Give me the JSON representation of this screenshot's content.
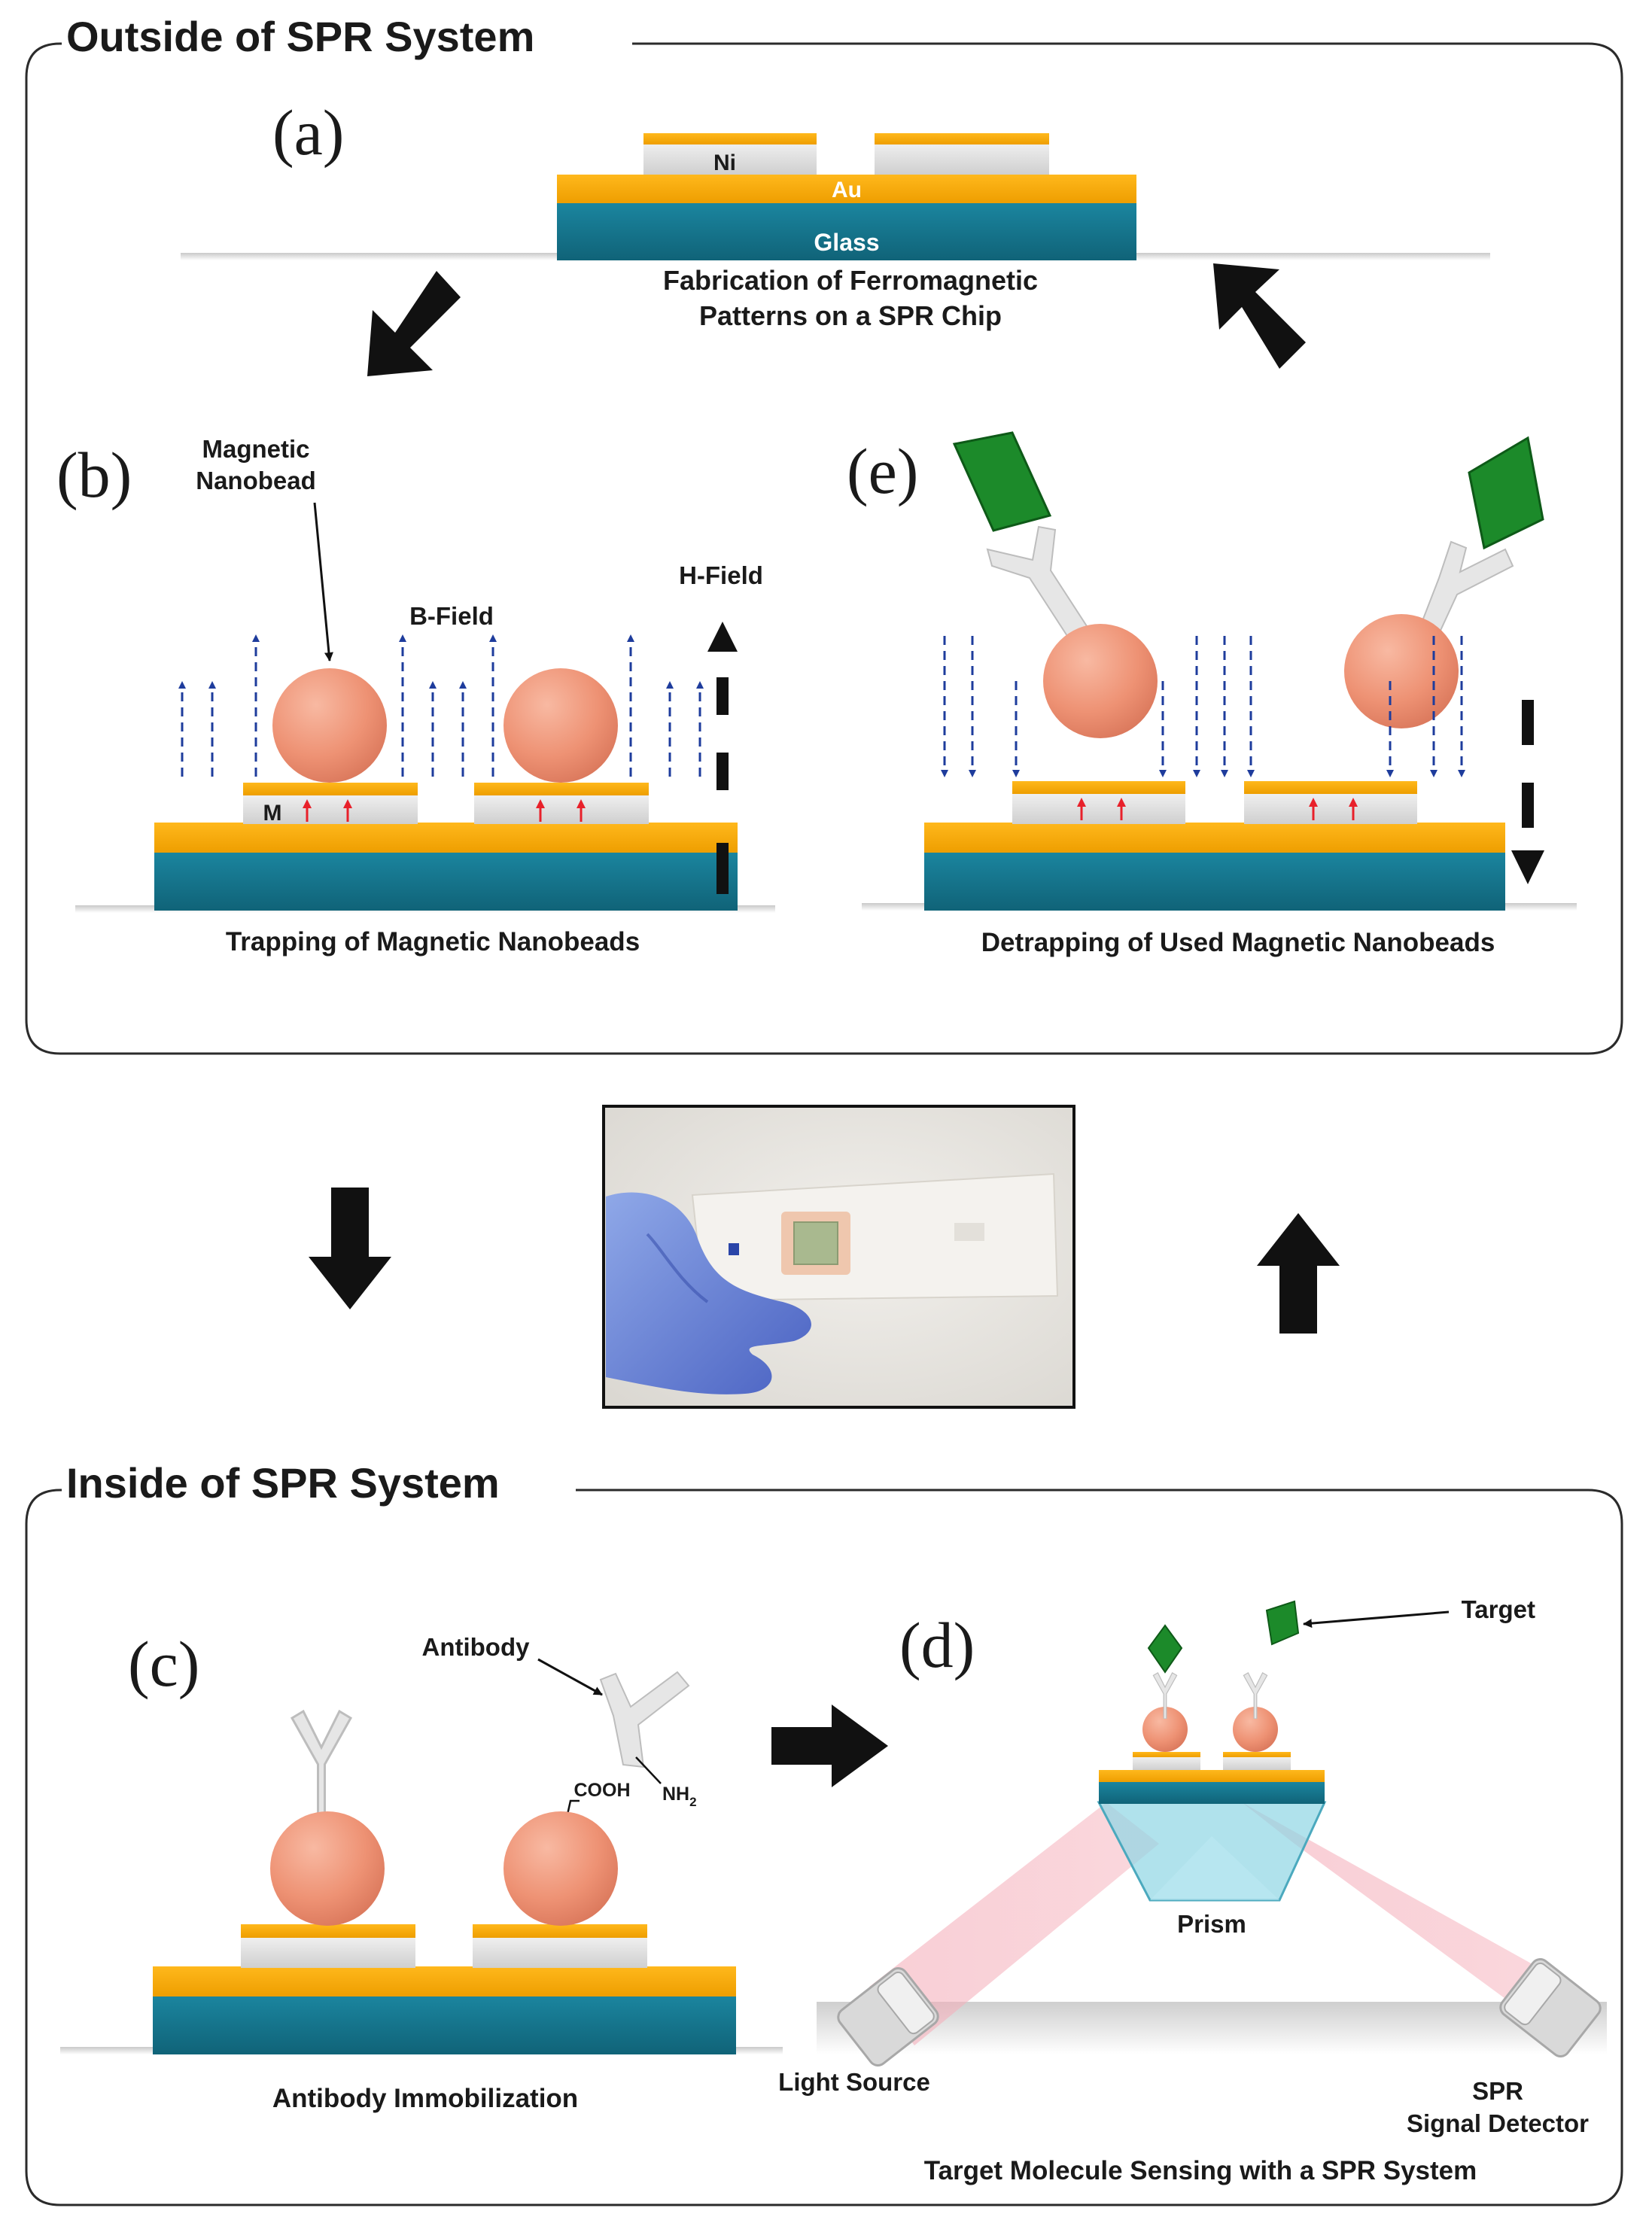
{
  "sections": {
    "outside": "Outside of SPR System",
    "inside": "Inside of SPR System"
  },
  "panels": {
    "a": "(a)",
    "b": "(b)",
    "c": "(c)",
    "d": "(d)",
    "e": "(e)"
  },
  "panel_a": {
    "layer_ni": "Ni",
    "layer_au": "Au",
    "layer_glass": "Glass",
    "caption_line1": "Fabrication of Ferromagnetic",
    "caption_line2": "Patterns on a SPR Chip"
  },
  "panel_b": {
    "bead_label_line1": "Magnetic",
    "bead_label_line2": "Nanobead",
    "b_field": "B-Field",
    "h_field": "H-Field",
    "m_label": "M",
    "caption": "Trapping of Magnetic Nanobeads"
  },
  "panel_e": {
    "caption": "Detrapping of Used Magnetic Nanobeads"
  },
  "panel_c": {
    "antibody": "Antibody",
    "cooh": "COOH",
    "nh2": "NH",
    "nh2_sub": "2",
    "caption": "Antibody Immobilization"
  },
  "panel_d": {
    "target": "Target",
    "prism": "Prism",
    "light_source": "Light Source",
    "detector_line1": "SPR",
    "detector_line2": "Signal Detector",
    "caption": "Target Molecule Sensing with a SPR System"
  },
  "colors": {
    "gold": "#F5A800",
    "glass": "#17728A",
    "nickel": "#DCDCDC",
    "bead": "#EE9274",
    "field_arrow": "#1E3C9C",
    "magnet_arrow": "#E8202A",
    "target": "#1C8A2A",
    "beam": "#F6B4BF",
    "prism": "#7FCFE0"
  }
}
